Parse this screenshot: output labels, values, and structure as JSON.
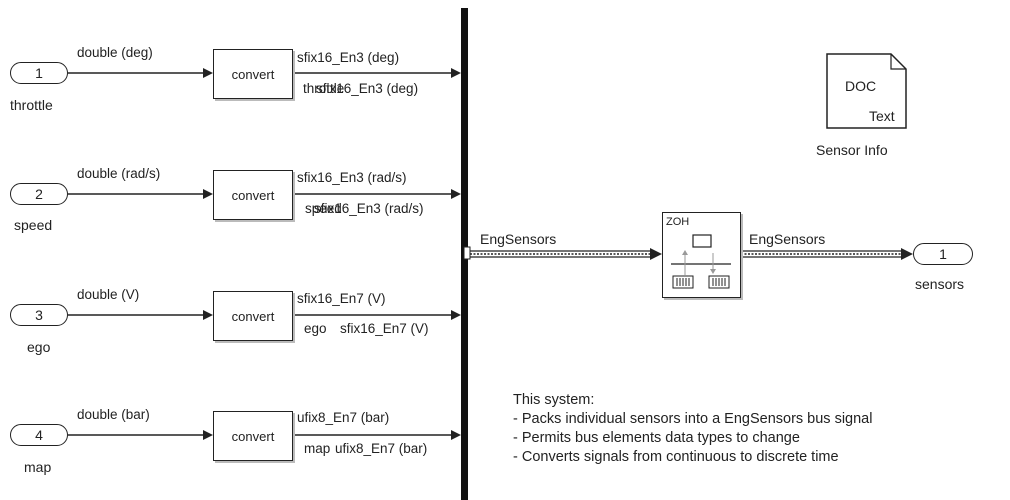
{
  "inputs": [
    {
      "num": "1",
      "name": "throttle",
      "in_type": "double (deg)",
      "out_type": "sfix16_En3 (deg)",
      "bus_label": "throttle",
      "bus_type": "sfix16_En3 (deg)"
    },
    {
      "num": "2",
      "name": "speed",
      "in_type": "double (rad/s)",
      "out_type": "sfix16_En3 (rad/s)",
      "bus_label": "speed",
      "bus_type": "sfix16_En3 (rad/s)"
    },
    {
      "num": "3",
      "name": "ego",
      "in_type": "double (V)",
      "out_type": "sfix16_En7 (V)",
      "bus_label": "ego",
      "bus_type": "sfix16_En7 (V)"
    },
    {
      "num": "4",
      "name": "map",
      "in_type": "double (bar)",
      "out_type": "ufix8_En7 (bar)",
      "bus_label": "map",
      "bus_type": "ufix8_En7 (bar)"
    }
  ],
  "convert_label": "convert",
  "bus_signal": "EngSensors",
  "zoh_label": "ZOH",
  "output": {
    "num": "1",
    "name": "sensors",
    "signal": "EngSensors"
  },
  "doc_block": {
    "icon_top": "DOC",
    "icon_bottom": "Text",
    "caption": "Sensor Info"
  },
  "note": {
    "title": "This system:",
    "lines": [
      "- Packs individual sensors into a EngSensors bus signal",
      "- Permits bus elements data types to change",
      "- Converts signals from continuous to discrete time"
    ]
  }
}
